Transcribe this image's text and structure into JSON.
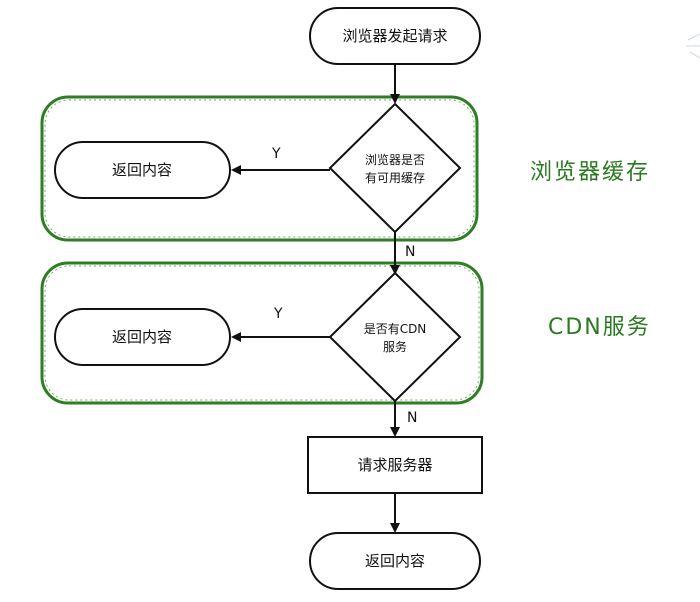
{
  "nodes": {
    "start": "浏览器发起请求",
    "cache_decision": [
      "浏览器是否",
      "有可用缓存"
    ],
    "cache_return": "返回内容",
    "cdn_decision": [
      "是否有CDN",
      "服务"
    ],
    "cdn_return": "返回内容",
    "server": "请求服务器",
    "end": "返回内容"
  },
  "edge_labels": {
    "cache_yes": "Y",
    "cache_no": "N",
    "cdn_yes": "Y",
    "cdn_no": "N"
  },
  "groups": {
    "browser_cache": "浏览器缓存",
    "cdn_service": "CDN服务"
  },
  "colors": {
    "group_border": "#2f7d25",
    "group_label": "#2a7a1f",
    "line": "#111111"
  }
}
